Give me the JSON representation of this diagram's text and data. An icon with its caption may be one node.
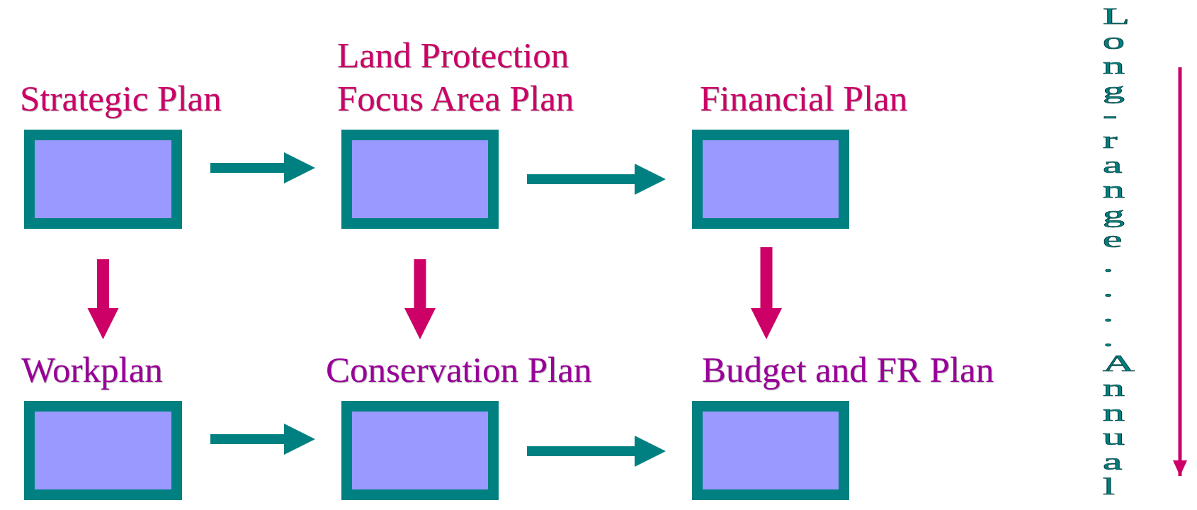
{
  "diagram": {
    "nodes": [
      {
        "text": [
          "Strategic Plan"
        ]
      },
      {
        "text": [
          "Land Protection Focus Area Plan"
        ]
      },
      {
        "text": [
          "Financial Plan"
        ]
      },
      {
        "text": [
          "Workplan"
        ]
      },
      {
        "text": [
          "Conservation Plan"
        ]
      },
      {
        "text": [
          "Budget and FR Plan"
        ]
      }
    ],
    "edges": [
      {
        "from": 0,
        "to": 1,
        "arrow": "to"
      },
      {
        "from": 1,
        "to": 2,
        "arrow": "to"
      },
      {
        "from": 0,
        "to": 3,
        "arrow": "to",
        "color": "#cc0066"
      },
      {
        "from": 1,
        "to": 4,
        "arrow": "to",
        "color": "#cc0066"
      },
      {
        "from": 2,
        "to": 5,
        "arrow": "to",
        "color": "#cc0066"
      },
      {
        "from": 3,
        "to": 4,
        "arrow": "to"
      },
      {
        "from": 4,
        "to": 5,
        "arrow": "to"
      }
    ],
    "labels": [
      "Long-range....Annual"
    ]
  }
}
